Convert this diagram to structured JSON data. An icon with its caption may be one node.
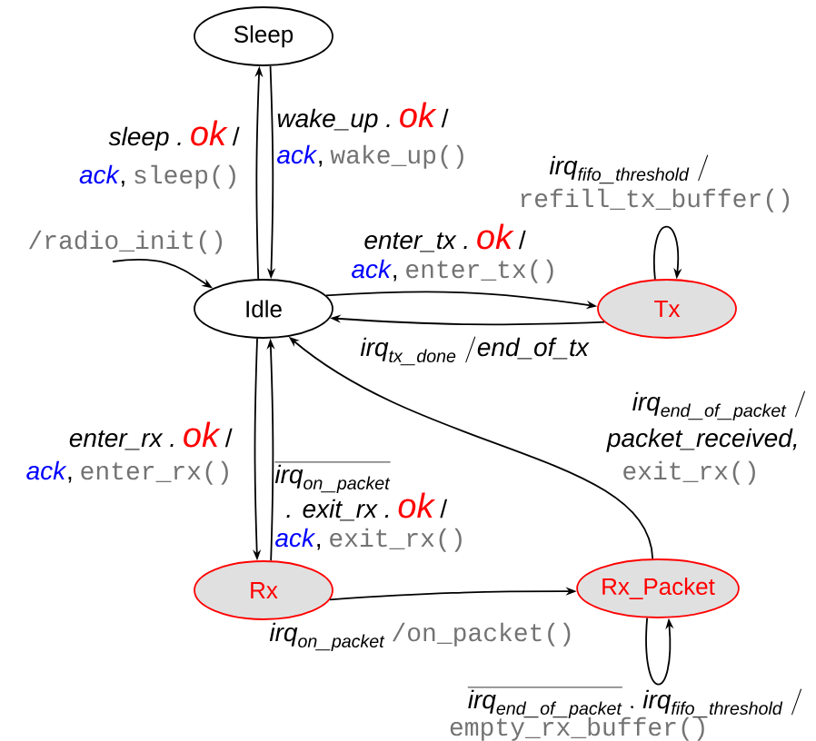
{
  "diagram": {
    "nodes": [
      {
        "text": [
          "Sleep"
        ]
      },
      {
        "text": [
          "Idle"
        ]
      },
      {
        "text": [
          "Tx"
        ]
      },
      {
        "text": [
          "Rx"
        ]
      },
      {
        "text": [
          "Rx_Packet"
        ]
      }
    ],
    "edges": [
      {
        "from": 1,
        "to": 0,
        "arrow": "to",
        "label": "sleep ."
      },
      {
        "from": 0,
        "to": 1,
        "arrow": "to",
        "label": "wake_up ."
      },
      {
        "from": 1,
        "to": 2,
        "arrow": "to",
        "label": "enter_tx ."
      },
      {
        "from": 2,
        "to": 1,
        "arrow": "to",
        "label": "\\mathit{irq}_{\\mathit{tx\\_done}}\\ /\\mathit{end\\_of\\_tx}"
      },
      {
        "from": 2,
        "to": 2,
        "arrow": "to",
        "label": "\\mathit{irq}_{\\mathit{fifo\\_threshold}}\\ /"
      },
      {
        "from": 1,
        "to": 3,
        "arrow": "to",
        "label": "enter_rx ."
      },
      {
        "from": 3,
        "to": 1,
        "arrow": "to",
        "label": "\\overline{\\mathit{irq}_{\\mathit{on\\_packet}}}"
      },
      {
        "from": 3,
        "to": 4,
        "arrow": "to",
        "label": "\\mathit{irq}_{\\mathit{on\\_packet}}"
      },
      {
        "from": 4,
        "to": 1,
        "arrow": "to",
        "label": "\\mathit{irq}_{\\mathit{end\\_of\\_packet}}\\ /"
      },
      {
        "from": 4,
        "to": 4,
        "arrow": "to",
        "label": "\\overline{\\mathit{irq}_{\\mathit{end\\_of\\_packet}}}"
      },
      {
        "from": null,
        "to": 1,
        "arrow": "to",
        "label": "/radio_init()"
      }
    ],
    "labels": [
      "ok",
      "/",
      "ack",
      ",",
      "sleep()",
      "ok",
      "/",
      "ack",
      ",",
      "wake_up()",
      "ok",
      "/",
      "ack",
      ",",
      "enter_tx()",
      "refill_tx_buffer()",
      "ok",
      "/",
      "ack",
      ",",
      "enter_rx()",
      ". exit_rx .",
      "ok",
      "/",
      "ack",
      ",",
      "exit_rx()",
      "/on_packet()",
      "packet_received,",
      "exit_rx()",
      ".\\ \\mathit{irq}_{\\mathit{fifo\\_threshold}}\\ /",
      "empty_rx_buffer()"
    ]
  }
}
